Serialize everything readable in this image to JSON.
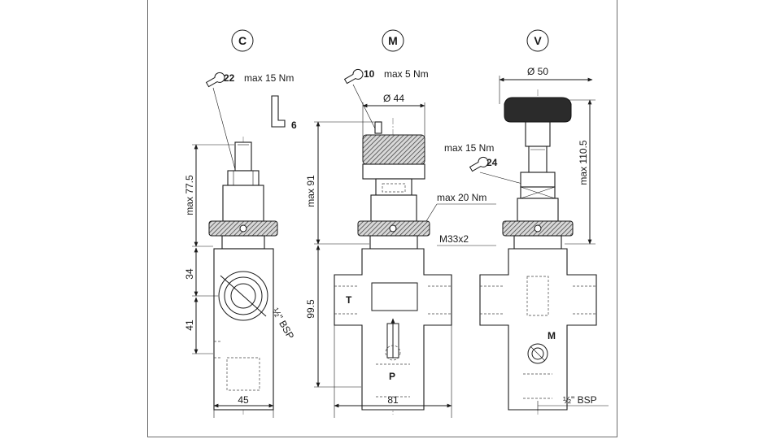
{
  "views": [
    {
      "id": "C",
      "label": "C"
    },
    {
      "id": "M",
      "label": "M"
    },
    {
      "id": "V",
      "label": "V"
    }
  ],
  "view_c": {
    "wrench_size": "22",
    "torque": "max 15 Nm",
    "hex_key_size": "6",
    "dim_height": "max 77.5",
    "dim_mid": "34",
    "dim_lower": "41",
    "dim_width": "45",
    "port_thread": "½\" BSP"
  },
  "view_m": {
    "wrench_size": "10",
    "torque": "max 5 Nm",
    "knob_diameter": "Ø 44",
    "dim_height": "max 91",
    "nut_torque": "max 20 Nm",
    "mount_thread": "M33x2",
    "dim_body": "99.5",
    "dim_width": "81",
    "port_t": "T",
    "port_p": "P"
  },
  "view_v": {
    "knob_diameter": "Ø 50",
    "torque": "max 15 Nm",
    "wrench_size": "24",
    "dim_height": "max 110.5",
    "port_m": "M",
    "port_thread": "½\" BSP"
  },
  "colors": {
    "line": "#1a1a1a",
    "frame": "#6e6e6e",
    "background": "#ffffff"
  }
}
